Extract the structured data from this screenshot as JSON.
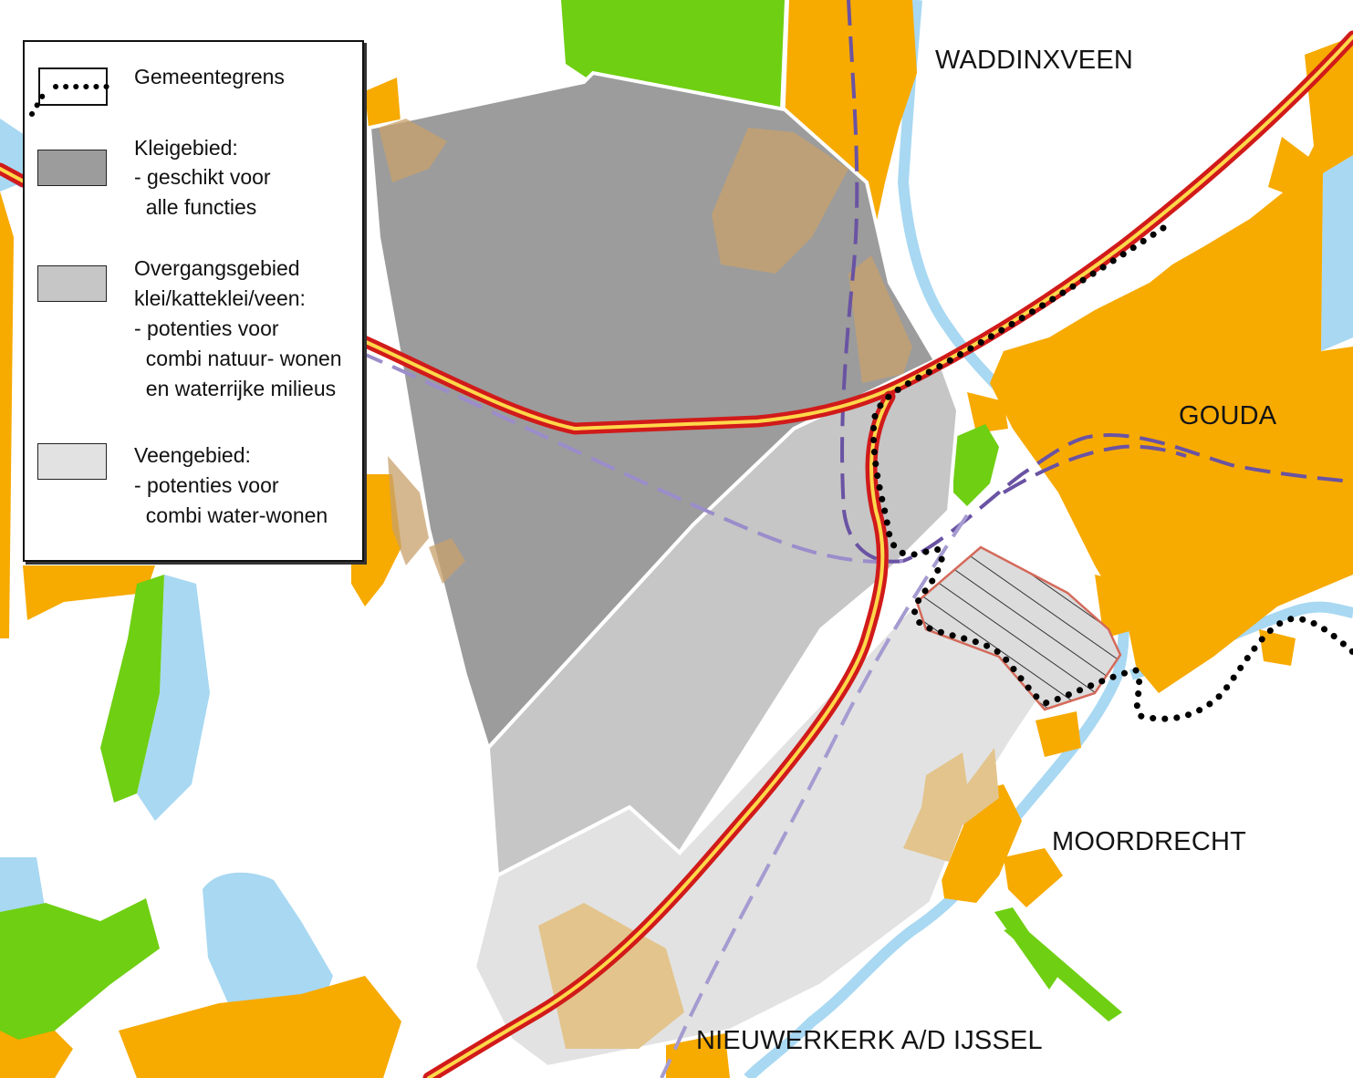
{
  "places": {
    "waddinxveen": "WADDINXVEEN",
    "gouda": "GOUDA",
    "moordrecht": "MOORDRECHT",
    "nieuwerkerk": "NIEUWERKERK A/D IJSSEL"
  },
  "legend": {
    "items": [
      {
        "label": "Gemeentegrens",
        "description": "",
        "icon": "dotted-boundary-icon"
      },
      {
        "label": "Kleigebied:",
        "description": "- geschikt voor\n  alle functies",
        "icon": "clay-area-swatch",
        "color": "#9c9c9c"
      },
      {
        "label": "Overgangsgebied\nklei/katteklei/veen:",
        "description": "- potenties voor\n  combi natuur- wonen\n  en waterrijke milieus",
        "icon": "transition-area-swatch",
        "color": "#c6c6c6"
      },
      {
        "label": "Veengebied:",
        "description": "- potenties voor\n  combi water-wonen",
        "icon": "peat-area-swatch",
        "color": "#e2e2e2"
      }
    ]
  },
  "colors": {
    "urban": "#f7aa00",
    "urban_faded": "#e3c48c",
    "nature": "#6fcf12",
    "water": "#a8d8f2",
    "road_outer": "#d11a1a",
    "road_inner": "#ffd84a",
    "rail": "#6a53a3",
    "clay": "#9c9c9c",
    "transition": "#c6c6c6",
    "peat": "#e2e2e2"
  }
}
